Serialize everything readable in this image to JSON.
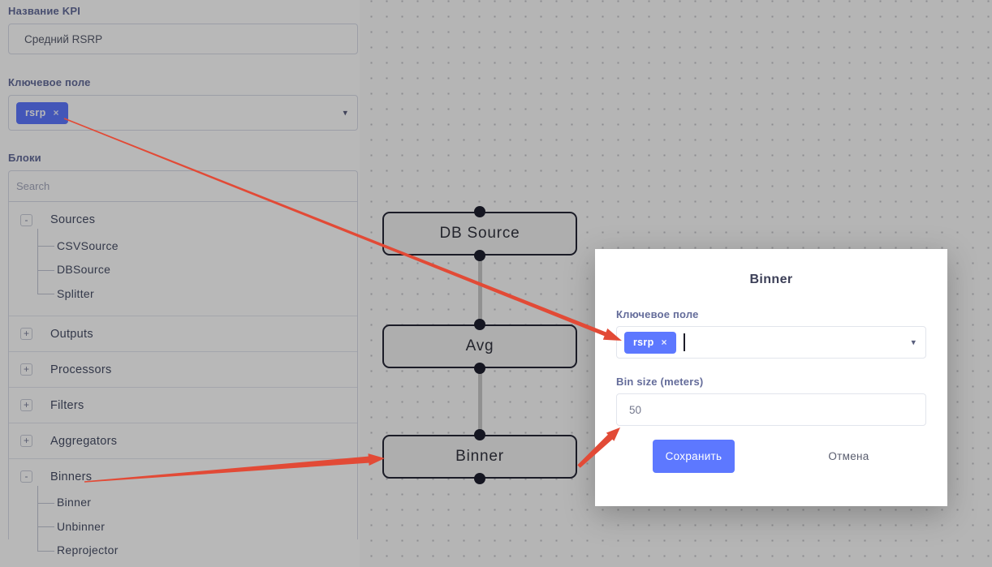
{
  "sidebar": {
    "kpi_name_label": "Название KPI",
    "kpi_name_value": "Средний RSRP",
    "key_field_label": "Ключевое поле",
    "key_field_tag": "rsrp",
    "tag_remove_glyph": "×",
    "blocks_label": "Блоки",
    "search_placeholder": "Search",
    "tree": [
      {
        "label": "Sources",
        "state": "expanded",
        "children": [
          "CSVSource",
          "DBSource",
          "Splitter"
        ]
      },
      {
        "label": "Outputs",
        "state": "collapsed",
        "children": []
      },
      {
        "label": "Processors",
        "state": "collapsed",
        "children": []
      },
      {
        "label": "Filters",
        "state": "collapsed",
        "children": []
      },
      {
        "label": "Aggregators",
        "state": "collapsed",
        "children": []
      },
      {
        "label": "Binners",
        "state": "expanded",
        "children": [
          "Binner",
          "Unbinner",
          "Reprojector"
        ]
      }
    ],
    "expand_glyph": "+",
    "collapse_glyph": "-"
  },
  "canvas": {
    "nodes": [
      {
        "label": "DB Source"
      },
      {
        "label": "Avg"
      },
      {
        "label": "Binner"
      }
    ]
  },
  "modal": {
    "title": "Binner",
    "key_field_label": "Ключевое поле",
    "key_field_tag": "rsrp",
    "tag_remove_glyph": "×",
    "bin_size_label": "Bin size (meters)",
    "bin_size_value": "50",
    "save_label": "Сохранить",
    "cancel_label": "Отмена"
  },
  "icons": {
    "dropdown_arrow": "▾"
  },
  "colors": {
    "accent": "#5d78ff",
    "annotation_arrow": "#e24a36"
  }
}
